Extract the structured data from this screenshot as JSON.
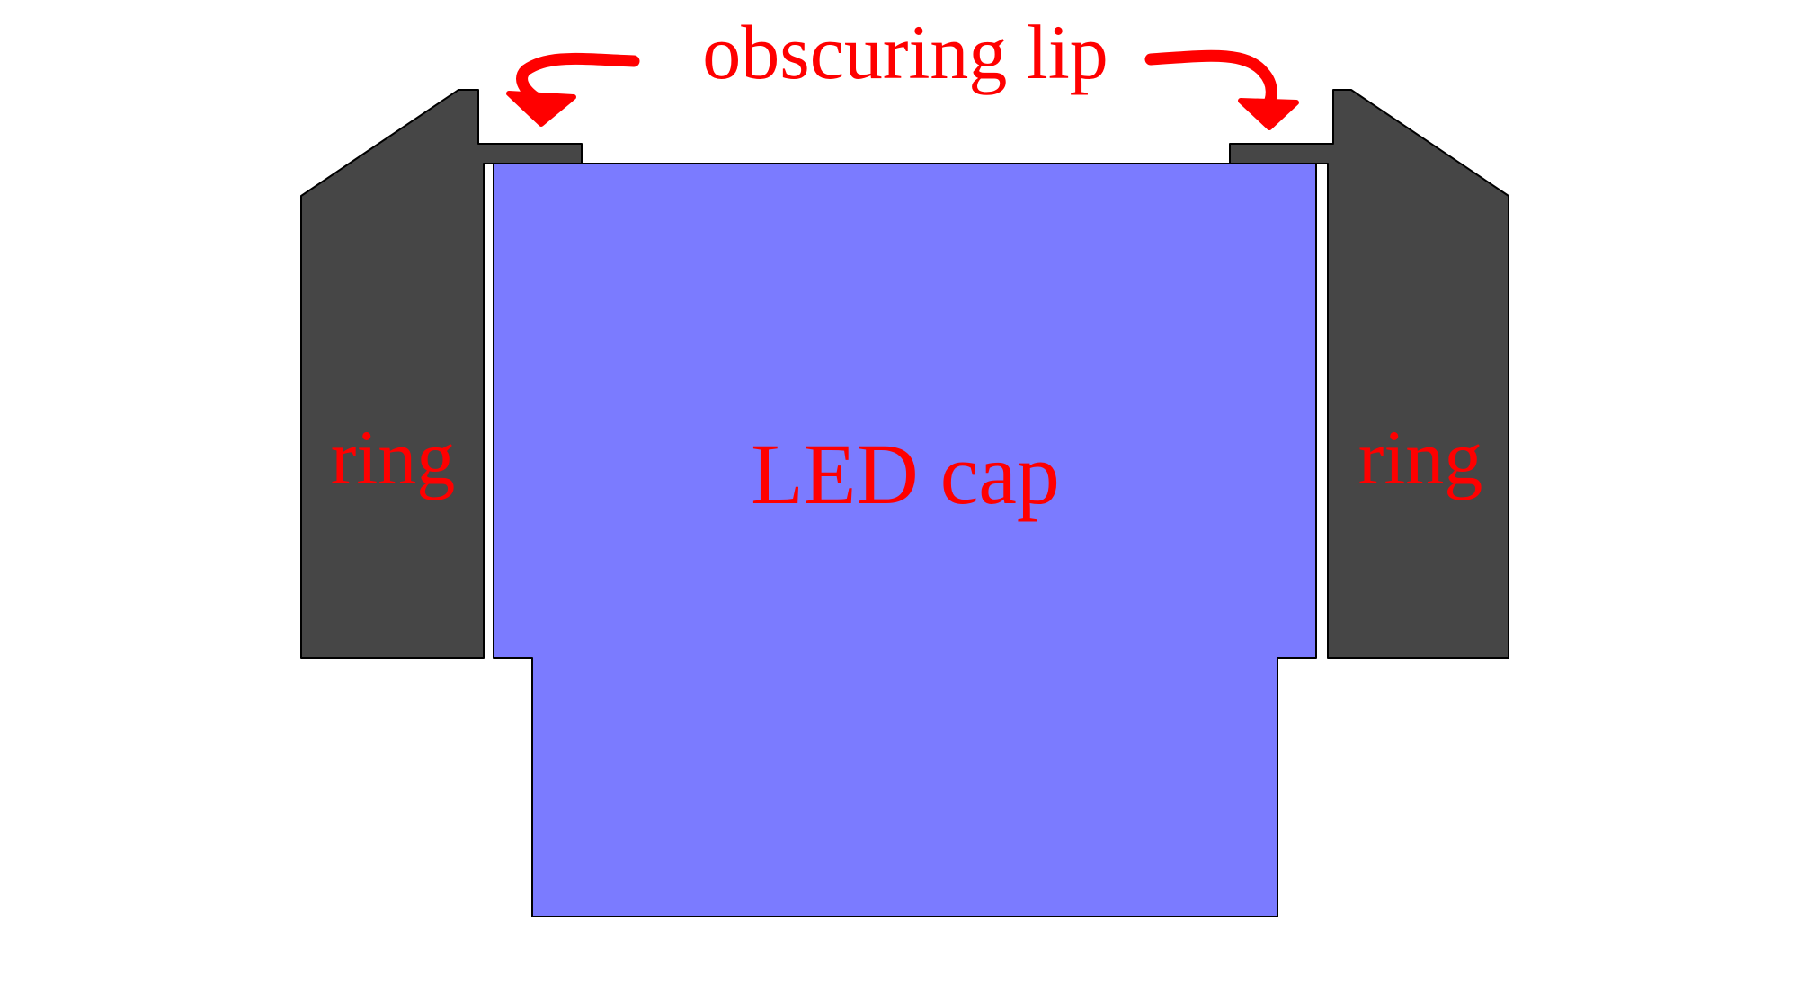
{
  "labels": {
    "callout": "obscuring lip",
    "left_part": "ring",
    "right_part": "ring",
    "center_part": "LED cap"
  },
  "colors": {
    "ring_fill": "#464646",
    "cap_fill": "#7b7bff",
    "outline": "#000000",
    "label_text": "#ff0000",
    "arrow": "#ff0000",
    "background": "#ffffff"
  }
}
